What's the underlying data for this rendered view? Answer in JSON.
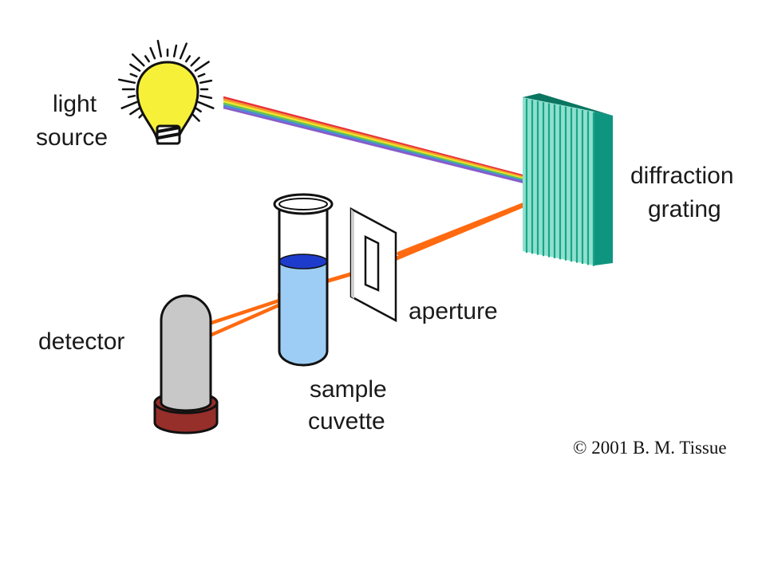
{
  "labels": {
    "light_source_line1": "light",
    "light_source_line2": "source",
    "grating_line1": "diffraction",
    "grating_line2": "grating",
    "aperture": "aperture",
    "detector": "detector",
    "cuvette_line1": "sample",
    "cuvette_line2": "cuvette",
    "copyright": "© 2001 B. M. Tissue"
  },
  "colors": {
    "bulb": "#f7f038",
    "bulb_base": "#222222",
    "beam_selected": "#ff6a10",
    "grating_face": "#8fe0cf",
    "grating_lines": "#1aa587",
    "grating_side": "#0e9580",
    "grating_top": "#0a7560",
    "sample_liquid": "#9dcdf4",
    "sample_surface": "#1e3ccc",
    "detector_body": "#c8c8c8",
    "detector_base": "#962e2a",
    "spectrum": [
      "#e8303a",
      "#f29a2a",
      "#f0e52a",
      "#62c05a",
      "#4a8ad8",
      "#8a5ac8"
    ]
  },
  "components": [
    "light-bulb-icon",
    "white-light-beam",
    "diffraction-grating",
    "selected-wavelength-beam",
    "aperture-slit",
    "sample-cuvette",
    "detector"
  ]
}
